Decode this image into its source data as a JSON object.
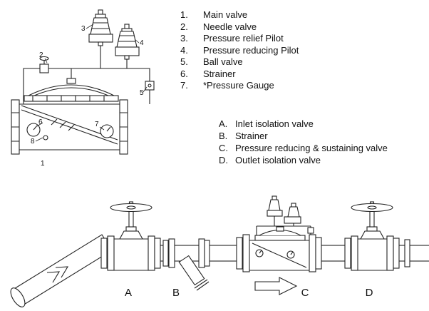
{
  "colors": {
    "ink": "#222222",
    "background": "#ffffff"
  },
  "parts_legend": {
    "items": [
      {
        "num": "1.",
        "label": "Main valve"
      },
      {
        "num": "2.",
        "label": "Needle valve"
      },
      {
        "num": "3.",
        "label": "Pressure relief Pilot"
      },
      {
        "num": "4.",
        "label": "Pressure reducing Pilot"
      },
      {
        "num": "5.",
        "label": "Ball valve"
      },
      {
        "num": "6.",
        "label": "Strainer"
      },
      {
        "num": "7.",
        "label": "*Pressure Gauge"
      }
    ]
  },
  "install_legend": {
    "items": [
      {
        "num": "A.",
        "label": "Inlet isolation valve"
      },
      {
        "num": "B.",
        "label": "Strainer"
      },
      {
        "num": "C.",
        "label": "Pressure reducing & sustaining valve"
      },
      {
        "num": "D.",
        "label": "Outlet isolation valve"
      }
    ]
  },
  "valve_detail": {
    "callouts": {
      "main_valve": "1",
      "needle_valve": "2",
      "relief_pilot": "3",
      "reducing_pilot": "4",
      "ball_valve": "5",
      "strainer": "6",
      "pressure_gauge": "7",
      "item_8": "8"
    }
  },
  "installation": {
    "labels": {
      "inlet_valve": "A",
      "strainer": "B",
      "prv": "C",
      "outlet_valve": "D"
    }
  }
}
